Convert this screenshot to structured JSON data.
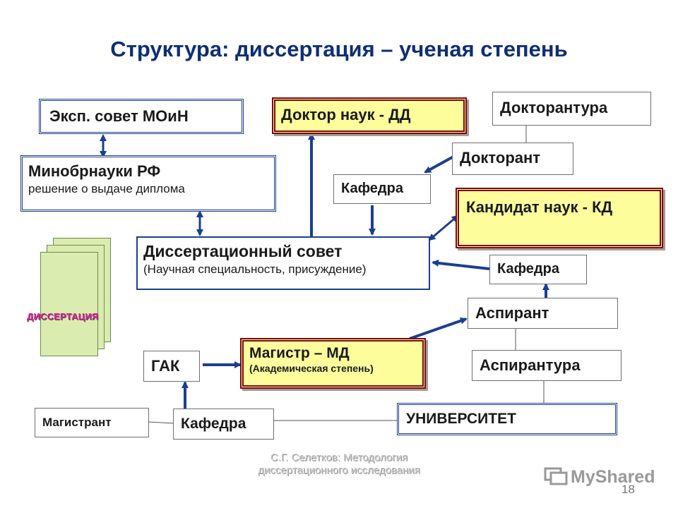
{
  "title": "Структура: диссертация – ученая степень",
  "nodes": {
    "eksp_sovet": "Эксп. совет МОиН",
    "doktor_nauk": "Доктор наук - ДД",
    "doktorantura": "Докторантура",
    "doktorant": "Докторант",
    "minobrnauki": {
      "title": "Минобрнауки РФ",
      "subtitle": "решение о выдаче диплома"
    },
    "kafedra_1": "Кафедра",
    "kandidat_nauk": "Кандидат наук - КД",
    "diss_sovet": {
      "title": "Диссертационный совет",
      "subtitle": "(Научная специальность, присуждение)"
    },
    "kafedra_2": "Кафедра",
    "aspirant": "Аспирант",
    "gak": "ГАК",
    "magistr": {
      "title": "Магистр – МД",
      "subtitle": "(Академическая степень)"
    },
    "aspirantura": "Аспирантура",
    "magistrant": "Магистрант",
    "kafedra_3": "Кафедра",
    "universitet": "УНИВЕРСИТЕТ"
  },
  "dissertation_label": "ДИССЕРТАЦИЯ",
  "footer": "С.Г. Селетков: Методология диссертационного исследования",
  "page_number": "18",
  "logo_text": "MyShared",
  "colors": {
    "title": "#0f2e74",
    "box_border_blue": "#1b3f8f",
    "highlight_fill": "#fdfd9c",
    "highlight_border": "#7a0a14",
    "document_fill": "#dbecb0",
    "dissertation_label": "#e01a9b"
  }
}
